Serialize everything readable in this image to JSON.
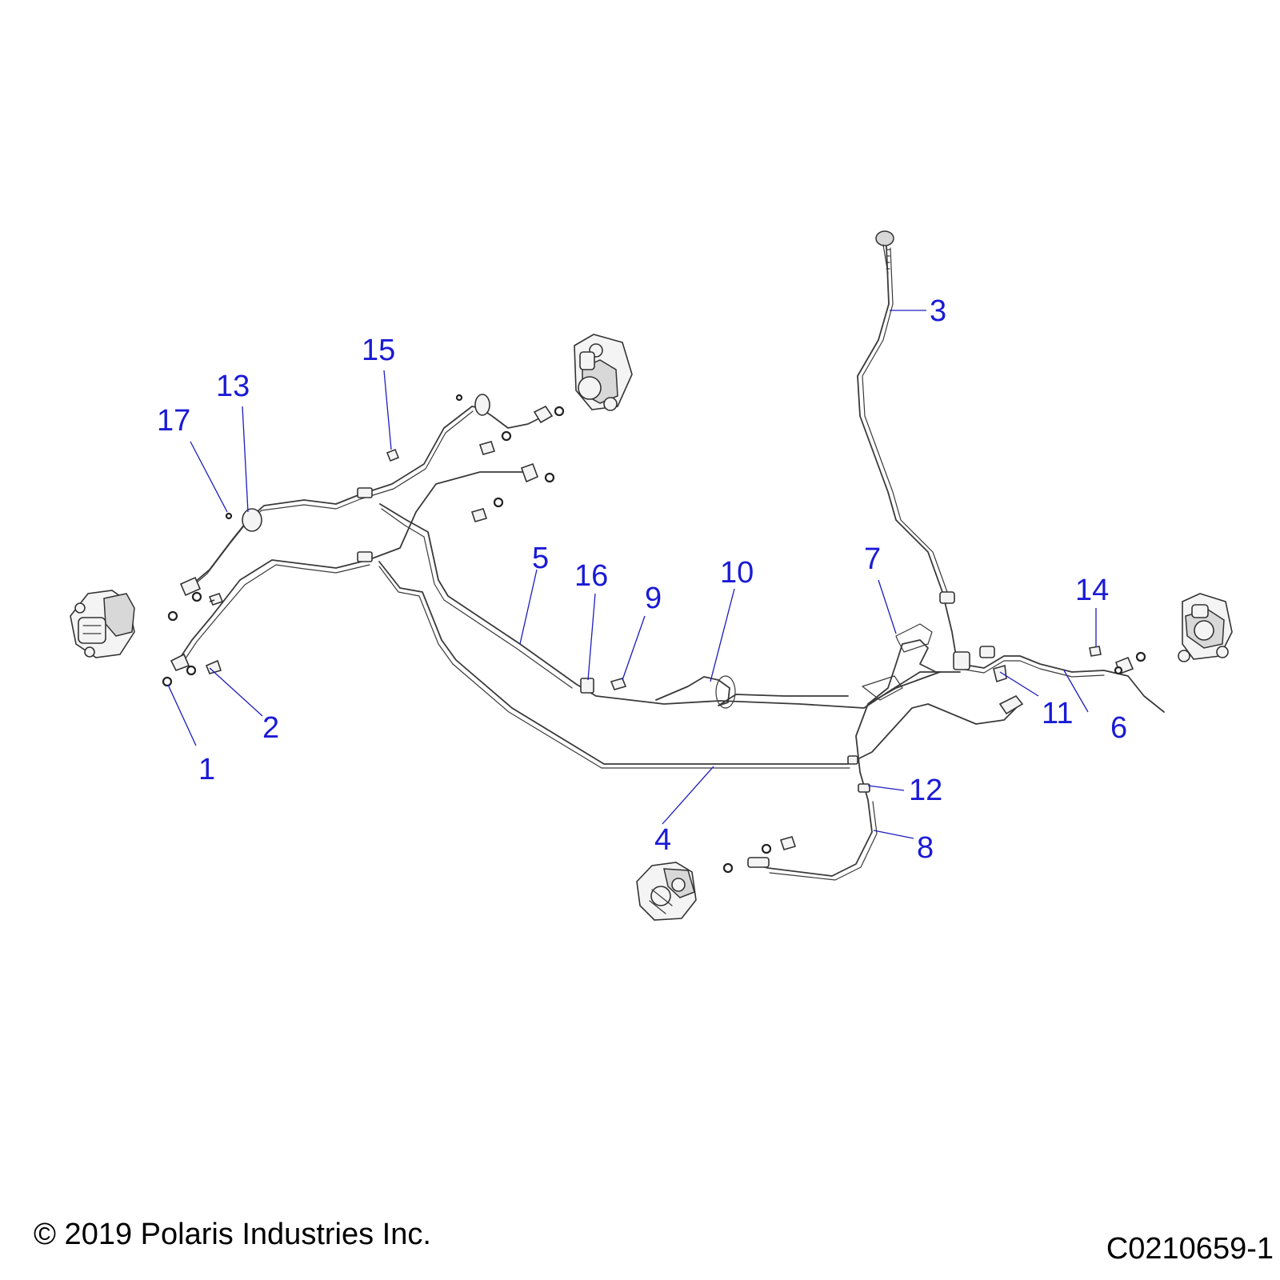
{
  "callouts": {
    "c1": "1",
    "c2": "2",
    "c3": "3",
    "c4": "4",
    "c5": "5",
    "c6": "6",
    "c7": "7",
    "c8": "8",
    "c9": "9",
    "c10": "10",
    "c11": "11",
    "c12": "12",
    "c13": "13",
    "c14": "14",
    "c15": "15",
    "c16": "16",
    "c17": "17"
  },
  "footer": {
    "copyright": "© 2019 Polaris Industries Inc.",
    "drawing_number": "C0210659-1"
  }
}
